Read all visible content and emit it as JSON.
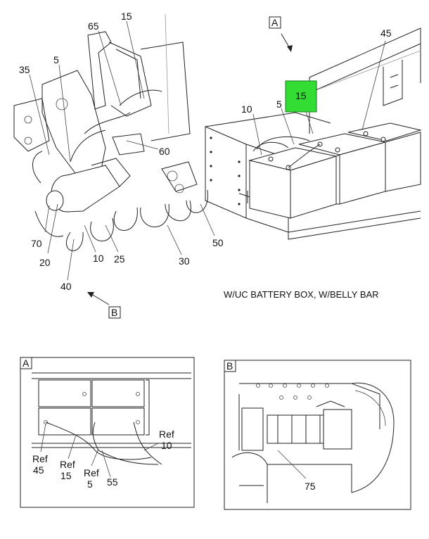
{
  "main": {
    "view_marker_a": "A",
    "view_marker_b": "B",
    "caption": "W/UC BATTERY BOX, W/BELLY BAR",
    "highlight_label": "15",
    "highlight_color": "#33dd33",
    "callouts": [
      {
        "key": "c15_top",
        "text": "15"
      },
      {
        "key": "c65",
        "text": "65"
      },
      {
        "key": "c35",
        "text": "35"
      },
      {
        "key": "c5_left",
        "text": "5"
      },
      {
        "key": "c60",
        "text": "60"
      },
      {
        "key": "c10_right",
        "text": "10"
      },
      {
        "key": "c5_right",
        "text": "5"
      },
      {
        "key": "c45",
        "text": "45"
      },
      {
        "key": "c70",
        "text": "70"
      },
      {
        "key": "c20",
        "text": "20"
      },
      {
        "key": "c10_left",
        "text": "10"
      },
      {
        "key": "c25",
        "text": "25"
      },
      {
        "key": "c40",
        "text": "40"
      },
      {
        "key": "c30",
        "text": "30"
      },
      {
        "key": "c50",
        "text": "50"
      }
    ]
  },
  "detail_a": {
    "label": "A",
    "refs": [
      {
        "key": "r45",
        "ref": "Ref",
        "num": "45"
      },
      {
        "key": "r15",
        "ref": "Ref",
        "num": "15"
      },
      {
        "key": "r5",
        "ref": "Ref",
        "num": "5"
      },
      {
        "key": "r10",
        "ref": "Ref",
        "num": "10"
      }
    ],
    "callout_55": "55"
  },
  "detail_b": {
    "label": "B",
    "callout_75": "75"
  }
}
